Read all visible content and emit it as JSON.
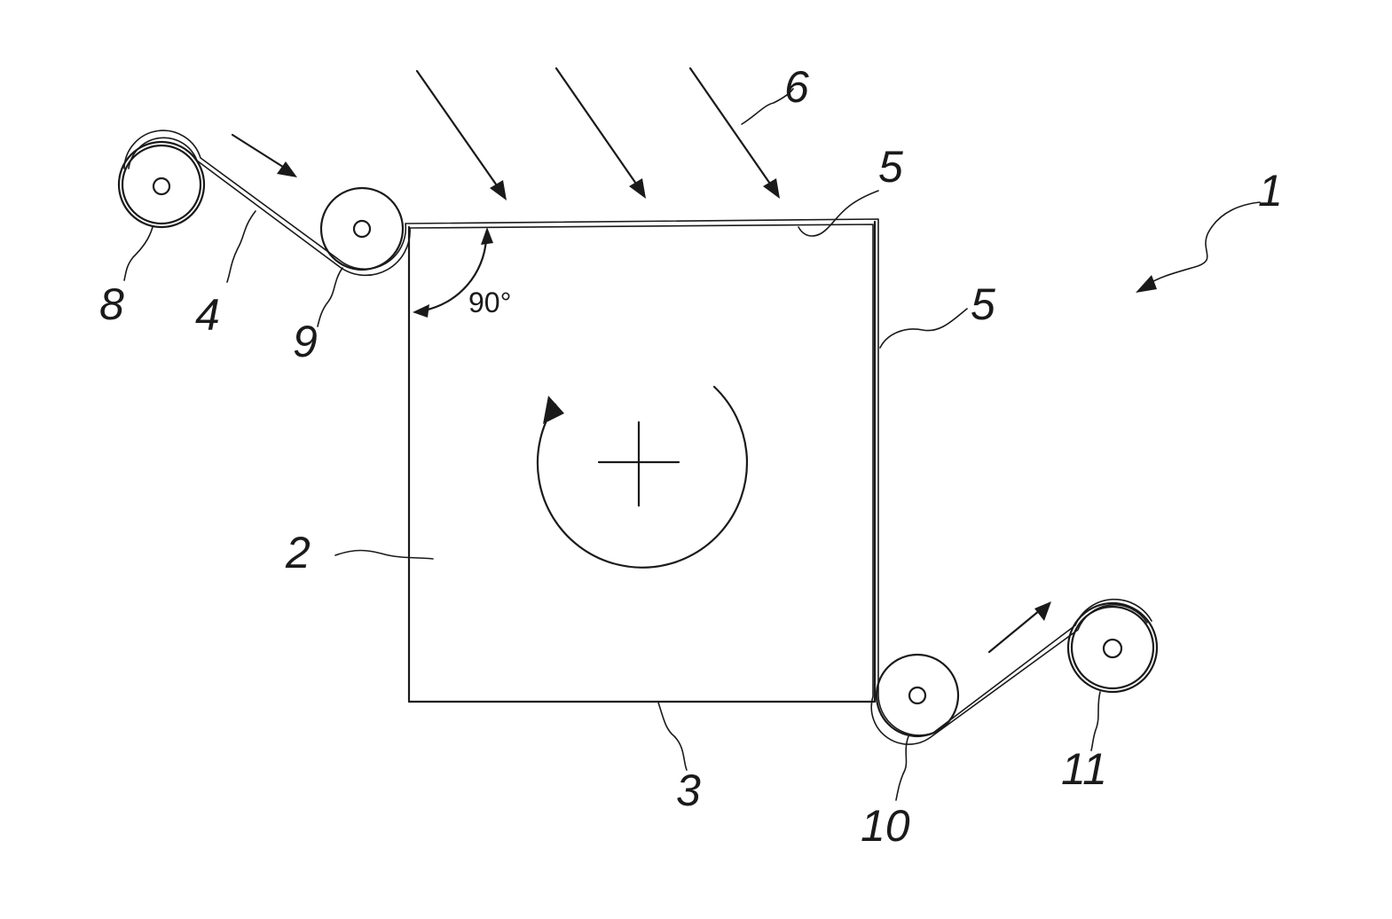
{
  "figure": {
    "labels": {
      "system": "1",
      "body": "2",
      "bottom_edge": "3",
      "foil_strip": "4",
      "coating_top": "5",
      "coating_side": "5",
      "radiation": "6",
      "supply_reel": "8",
      "guide_roller_in": "9",
      "guide_roller_out": "10",
      "takeup_reel": "11"
    },
    "angle_label": "90°"
  },
  "colors": {
    "line": "#1a1a1a",
    "background": "#ffffff"
  }
}
